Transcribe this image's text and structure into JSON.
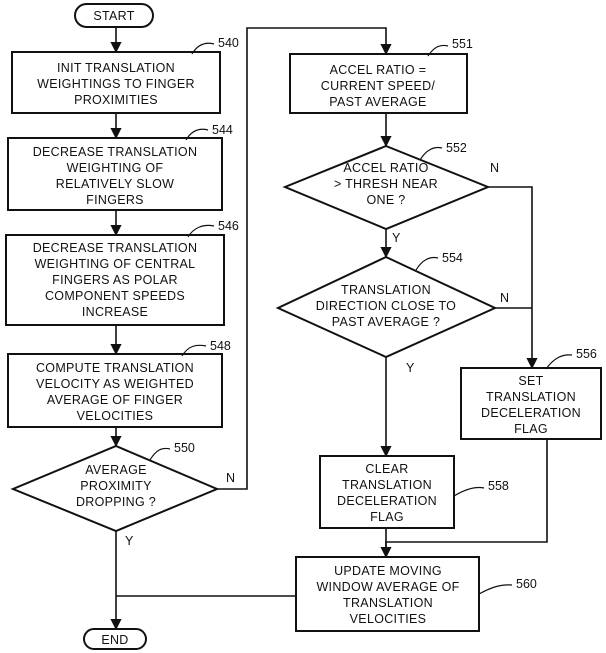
{
  "start": {
    "label": "START"
  },
  "end": {
    "label": "END"
  },
  "steps": {
    "s540": {
      "ref": "540",
      "lines": [
        "INIT TRANSLATION",
        "WEIGHTINGS TO FINGER",
        "PROXIMITIES"
      ]
    },
    "s544": {
      "ref": "544",
      "lines": [
        "DECREASE TRANSLATION",
        "WEIGHTING OF",
        "RELATIVELY SLOW",
        "FINGERS"
      ]
    },
    "s546": {
      "ref": "546",
      "lines": [
        "DECREASE TRANSLATION",
        "WEIGHTING OF CENTRAL",
        "FINGERS AS POLAR",
        "COMPONENT SPEEDS",
        "INCREASE"
      ]
    },
    "s548": {
      "ref": "548",
      "lines": [
        "COMPUTE TRANSLATION",
        "VELOCITY AS WEIGHTED",
        "AVERAGE OF FINGER",
        "VELOCITIES"
      ]
    },
    "s550": {
      "ref": "550",
      "lines": [
        "AVERAGE",
        "PROXIMITY",
        "DROPPING ?"
      ]
    },
    "s551": {
      "ref": "551",
      "lines": [
        "ACCEL RATIO =",
        "CURRENT SPEED/",
        "PAST AVERAGE"
      ]
    },
    "s552": {
      "ref": "552",
      "lines": [
        "ACCEL RATIO",
        "> THRESH NEAR",
        "ONE ?"
      ]
    },
    "s554": {
      "ref": "554",
      "lines": [
        "TRANSLATION",
        "DIRECTION CLOSE TO",
        "PAST AVERAGE ?"
      ]
    },
    "s556": {
      "ref": "556",
      "lines": [
        "SET",
        "TRANSLATION",
        "DECELERATION",
        "FLAG"
      ]
    },
    "s558": {
      "ref": "558",
      "lines": [
        "CLEAR",
        "TRANSLATION",
        "DECELERATION",
        "FLAG"
      ]
    },
    "s560": {
      "ref": "560",
      "lines": [
        "UPDATE MOVING",
        "WINDOW AVERAGE OF",
        "TRANSLATION",
        "VELOCITIES"
      ]
    }
  },
  "branches": {
    "b550_no": "N",
    "b550_yes": "Y",
    "b552_no": "N",
    "b552_yes": "Y",
    "b554_no": "N",
    "b554_yes": "Y"
  }
}
